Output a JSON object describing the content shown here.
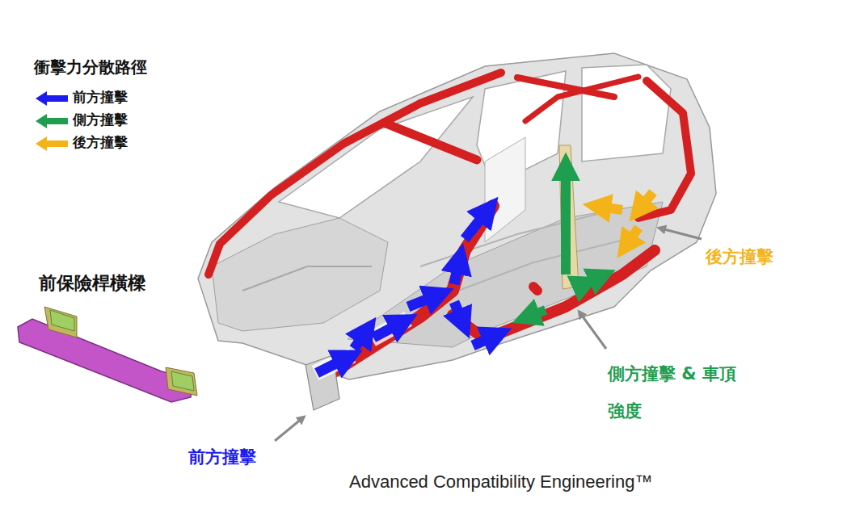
{
  "diagram": {
    "title": "衝擊力分散路徑",
    "caption": "Advanced Compatibility Engineering™",
    "labels": [
      "前保險桿橫樑",
      "前方撞擊",
      "後方撞擊",
      "側方撞擊 & 車頂強度"
    ],
    "legend": [
      {
        "text": "前方撞擊",
        "color": "#1c1cf0"
      },
      {
        "text": "側方撞擊",
        "color": "#1f9e50"
      },
      {
        "text": "後方撞擊",
        "color": "#f5b31a"
      }
    ]
  }
}
